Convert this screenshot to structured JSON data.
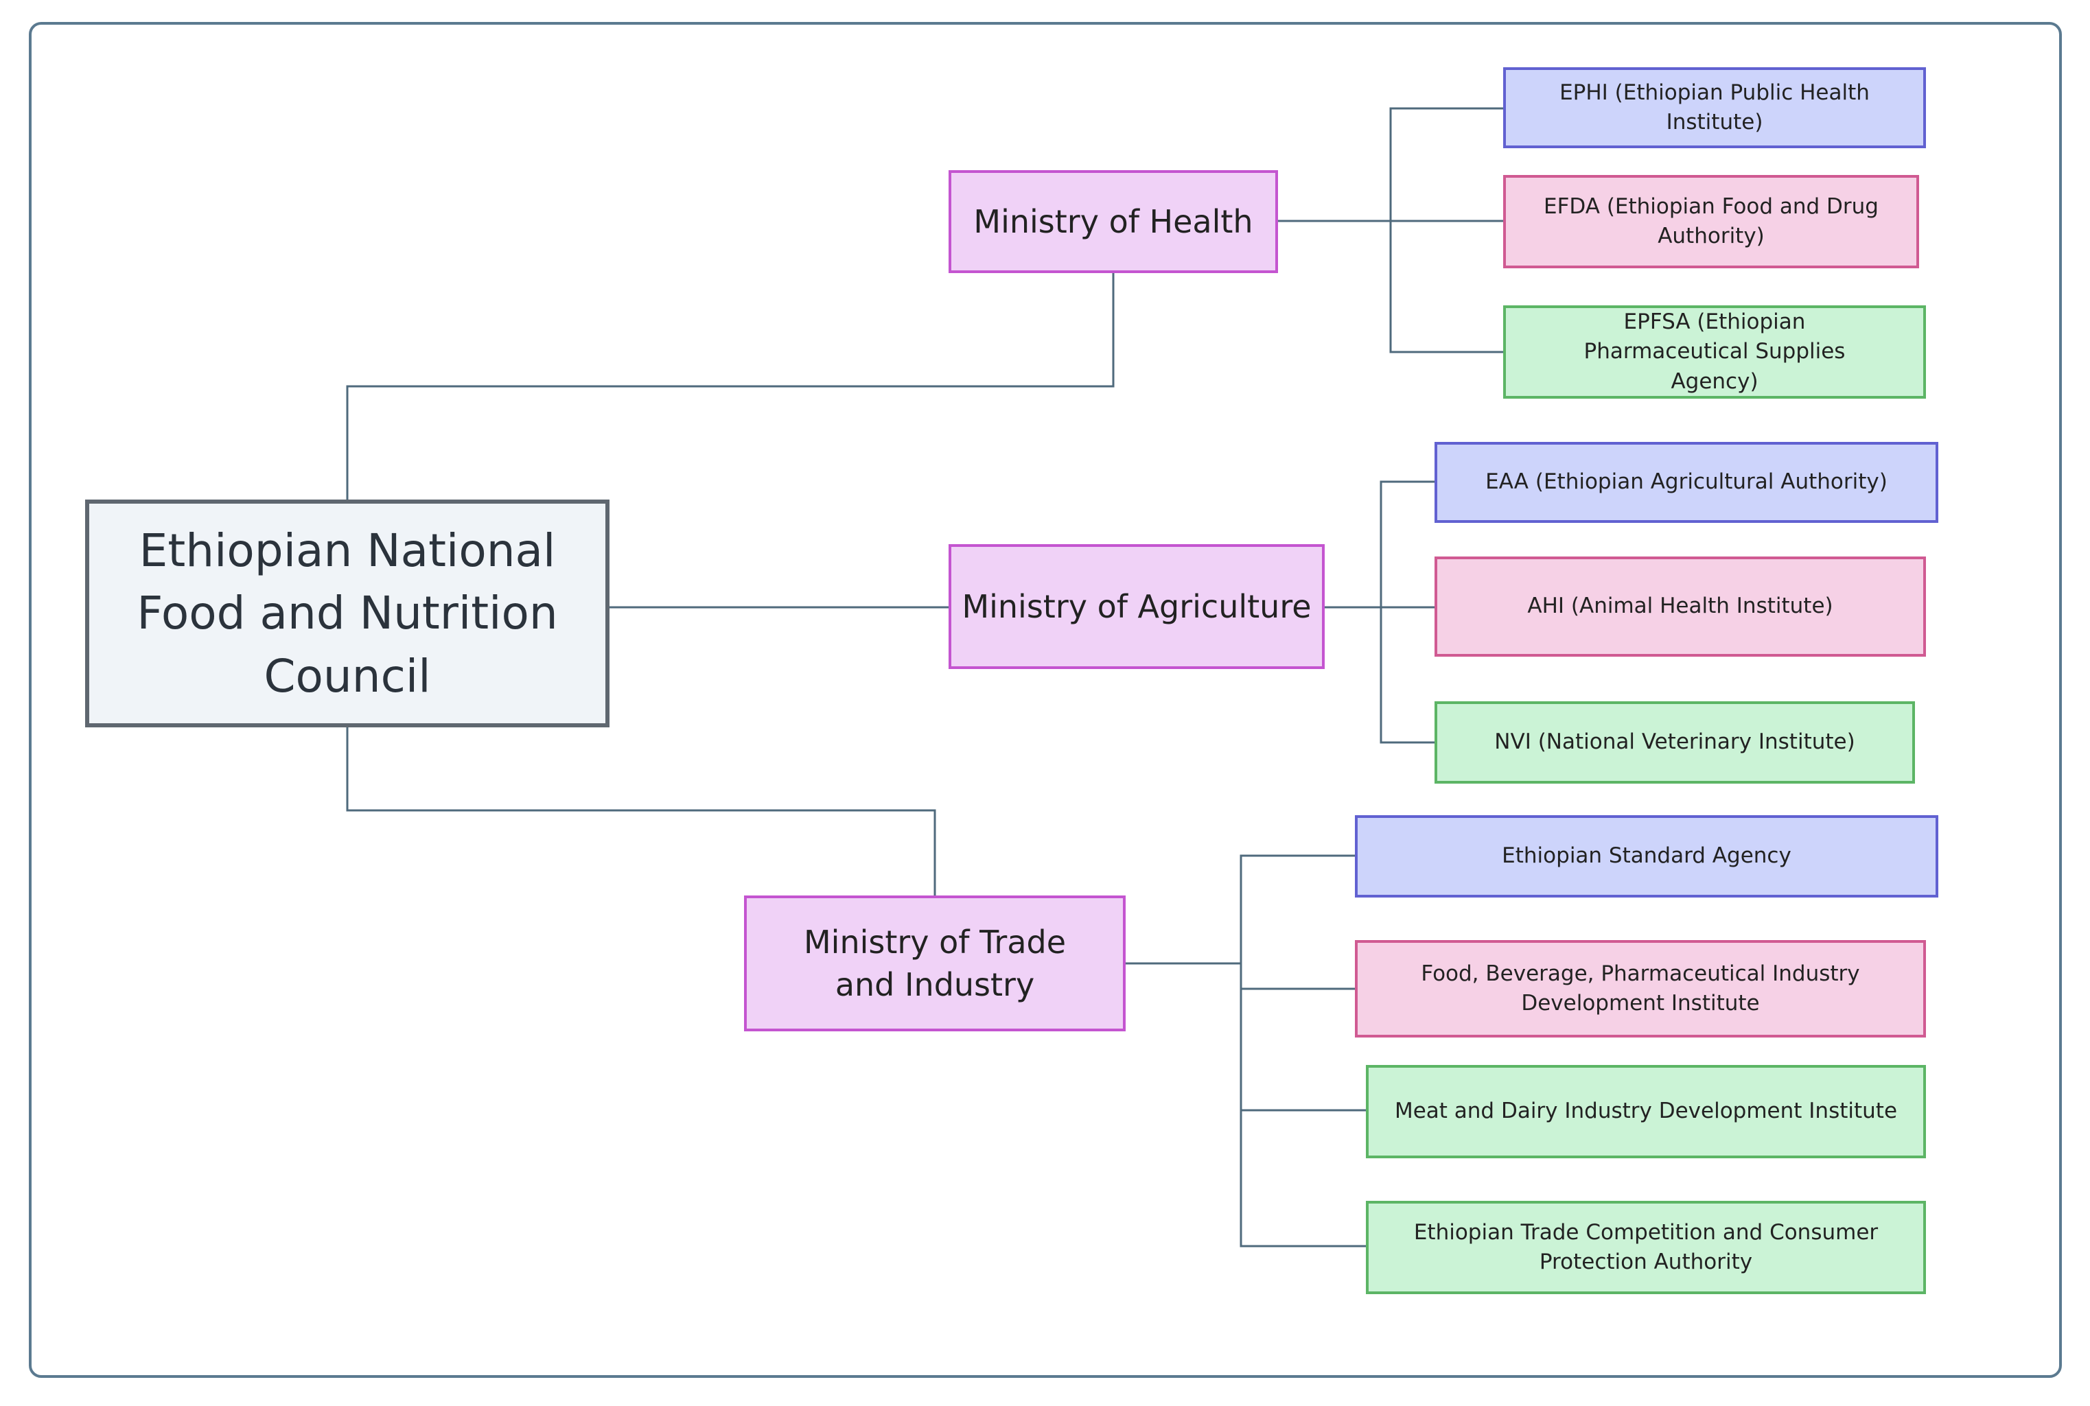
{
  "colors": {
    "connector": "#4f6a7c",
    "frame": "#5b7a90",
    "root_fill": "#f0f4f8",
    "ministry_fill": "#f0d2f7",
    "blue_fill": "#cdd4fb",
    "pink_fill": "#f6d1e6",
    "green_fill": "#cbf3d6"
  },
  "root": {
    "label": "Ethiopian National Food and Nutrition Council"
  },
  "ministries": [
    {
      "label": "Ministry of Health",
      "agencies": [
        {
          "label": "EPHI (Ethiopian Public Health Institute)",
          "color": "blue"
        },
        {
          "label": "EFDA (Ethiopian Food and Drug Authority)",
          "color": "pink"
        },
        {
          "label": "EPFSA (Ethiopian Pharmaceutical Supplies Agency)",
          "color": "green"
        }
      ]
    },
    {
      "label": "Ministry of Agriculture",
      "agencies": [
        {
          "label": "EAA (Ethiopian Agricultural Authority)",
          "color": "blue"
        },
        {
          "label": "AHI (Animal Health Institute)",
          "color": "pink"
        },
        {
          "label": "NVI (National Veterinary Institute)",
          "color": "green"
        }
      ]
    },
    {
      "label": "Ministry of Trade and Industry",
      "agencies": [
        {
          "label": "Ethiopian Standard Agency",
          "color": "blue"
        },
        {
          "label": "Food, Beverage, Pharmaceutical Industry Development Institute",
          "color": "pink"
        },
        {
          "label": "Meat and Dairy Industry Development Institute",
          "color": "green"
        },
        {
          "label": "Ethiopian Trade Competition and Consumer Protection Authority",
          "color": "green"
        }
      ]
    }
  ]
}
